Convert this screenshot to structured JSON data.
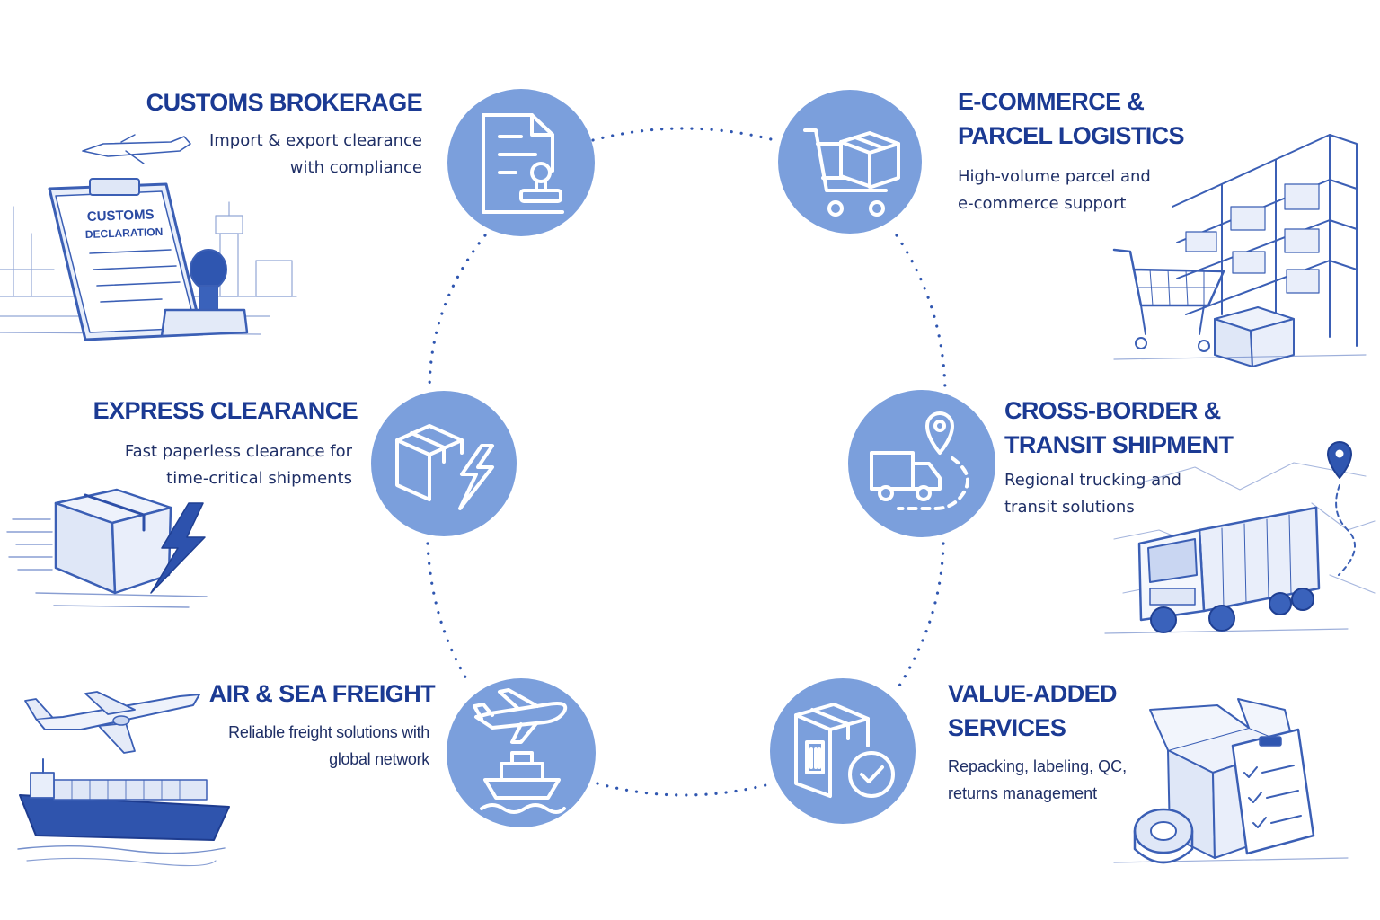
{
  "colors": {
    "title": "#1b3a93",
    "text": "#1f2f66",
    "circle": "#7b9fdc",
    "dots": "#2f56b0",
    "sketch": "#3b5fb5"
  },
  "services": [
    {
      "id": "customs",
      "icon": "document-stamp-icon",
      "title_lines": [
        "CUSTOMS BROKERAGE"
      ],
      "desc_lines": [
        "Import & export clearance",
        "with compliance"
      ],
      "illustration_text": [
        "CUSTOMS",
        "DECLARATION"
      ]
    },
    {
      "id": "express",
      "icon": "box-lightning-icon",
      "title_lines": [
        "EXPRESS CLEARANCE"
      ],
      "desc_lines": [
        "Fast paperless clearance for",
        "time-critical shipments"
      ]
    },
    {
      "id": "freight",
      "icon": "plane-ship-icon",
      "title_lines": [
        "AIR & SEA FREIGHT"
      ],
      "desc_lines": [
        "Reliable freight solutions with",
        "global network"
      ]
    },
    {
      "id": "ecommerce",
      "icon": "shopping-cart-box-icon",
      "title_lines": [
        "E-COMMERCE &",
        "PARCEL LOGISTICS"
      ],
      "desc_lines": [
        "High-volume parcel and",
        "e-commerce support"
      ]
    },
    {
      "id": "crossborder",
      "icon": "truck-location-icon",
      "title_lines": [
        "CROSS-BORDER &",
        "TRANSIT SHIPMENT"
      ],
      "desc_lines": [
        "Regional trucking and",
        "transit solutions"
      ]
    },
    {
      "id": "valueadded",
      "icon": "package-check-icon",
      "title_lines": [
        "VALUE-ADDED",
        "SERVICES"
      ],
      "desc_lines": [
        "Repacking, labeling, QC,",
        "returns management"
      ]
    }
  ]
}
